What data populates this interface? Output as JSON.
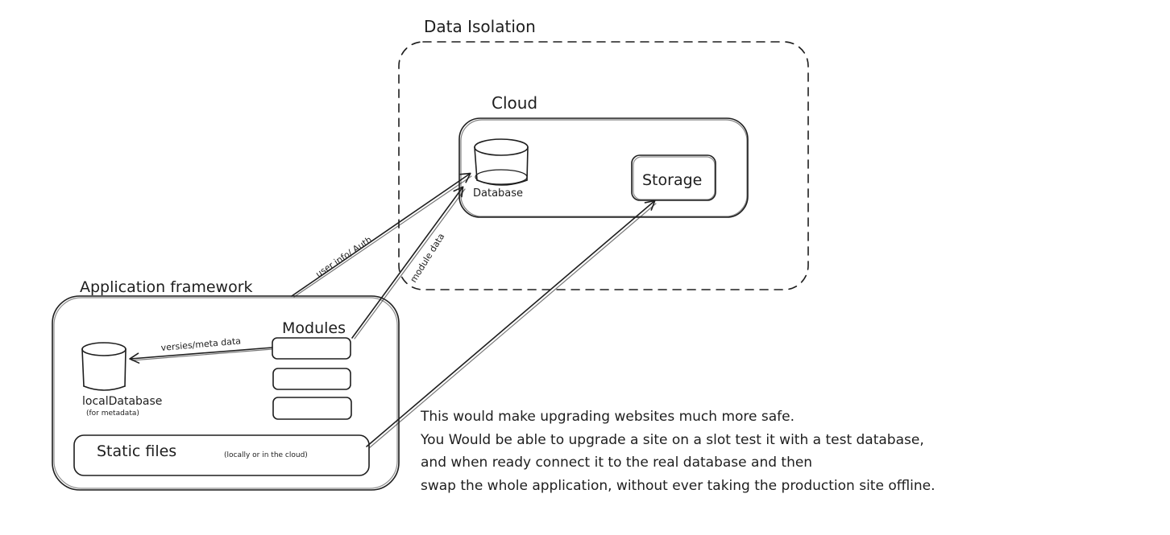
{
  "diagram": {
    "groups": {
      "data_isolation": {
        "label": "Data Isolation"
      },
      "cloud": {
        "label": "Cloud"
      },
      "app_framework": {
        "label": "Application framework"
      }
    },
    "nodes": {
      "database": {
        "label": "Database"
      },
      "storage": {
        "label": "Storage"
      },
      "modules": {
        "label": "Modules"
      },
      "local_database": {
        "label": "localDatabase",
        "sublabel": "(for metadata)"
      },
      "static_files": {
        "label": "Static files",
        "sublabel": "(locally or in the cloud)"
      }
    },
    "edges": {
      "user_auth": {
        "label": "user info/ Auth"
      },
      "module_data": {
        "label": "module data"
      },
      "versies_meta": {
        "label": "versies/meta data"
      }
    },
    "note": {
      "lines": [
        "This would make upgrading websites much more safe.",
        "You Would be able to upgrade a site on a slot test it with a test database,",
        "and when ready connect it to the real database and then",
        "swap the whole application, without  ever taking the production site offline."
      ]
    }
  }
}
